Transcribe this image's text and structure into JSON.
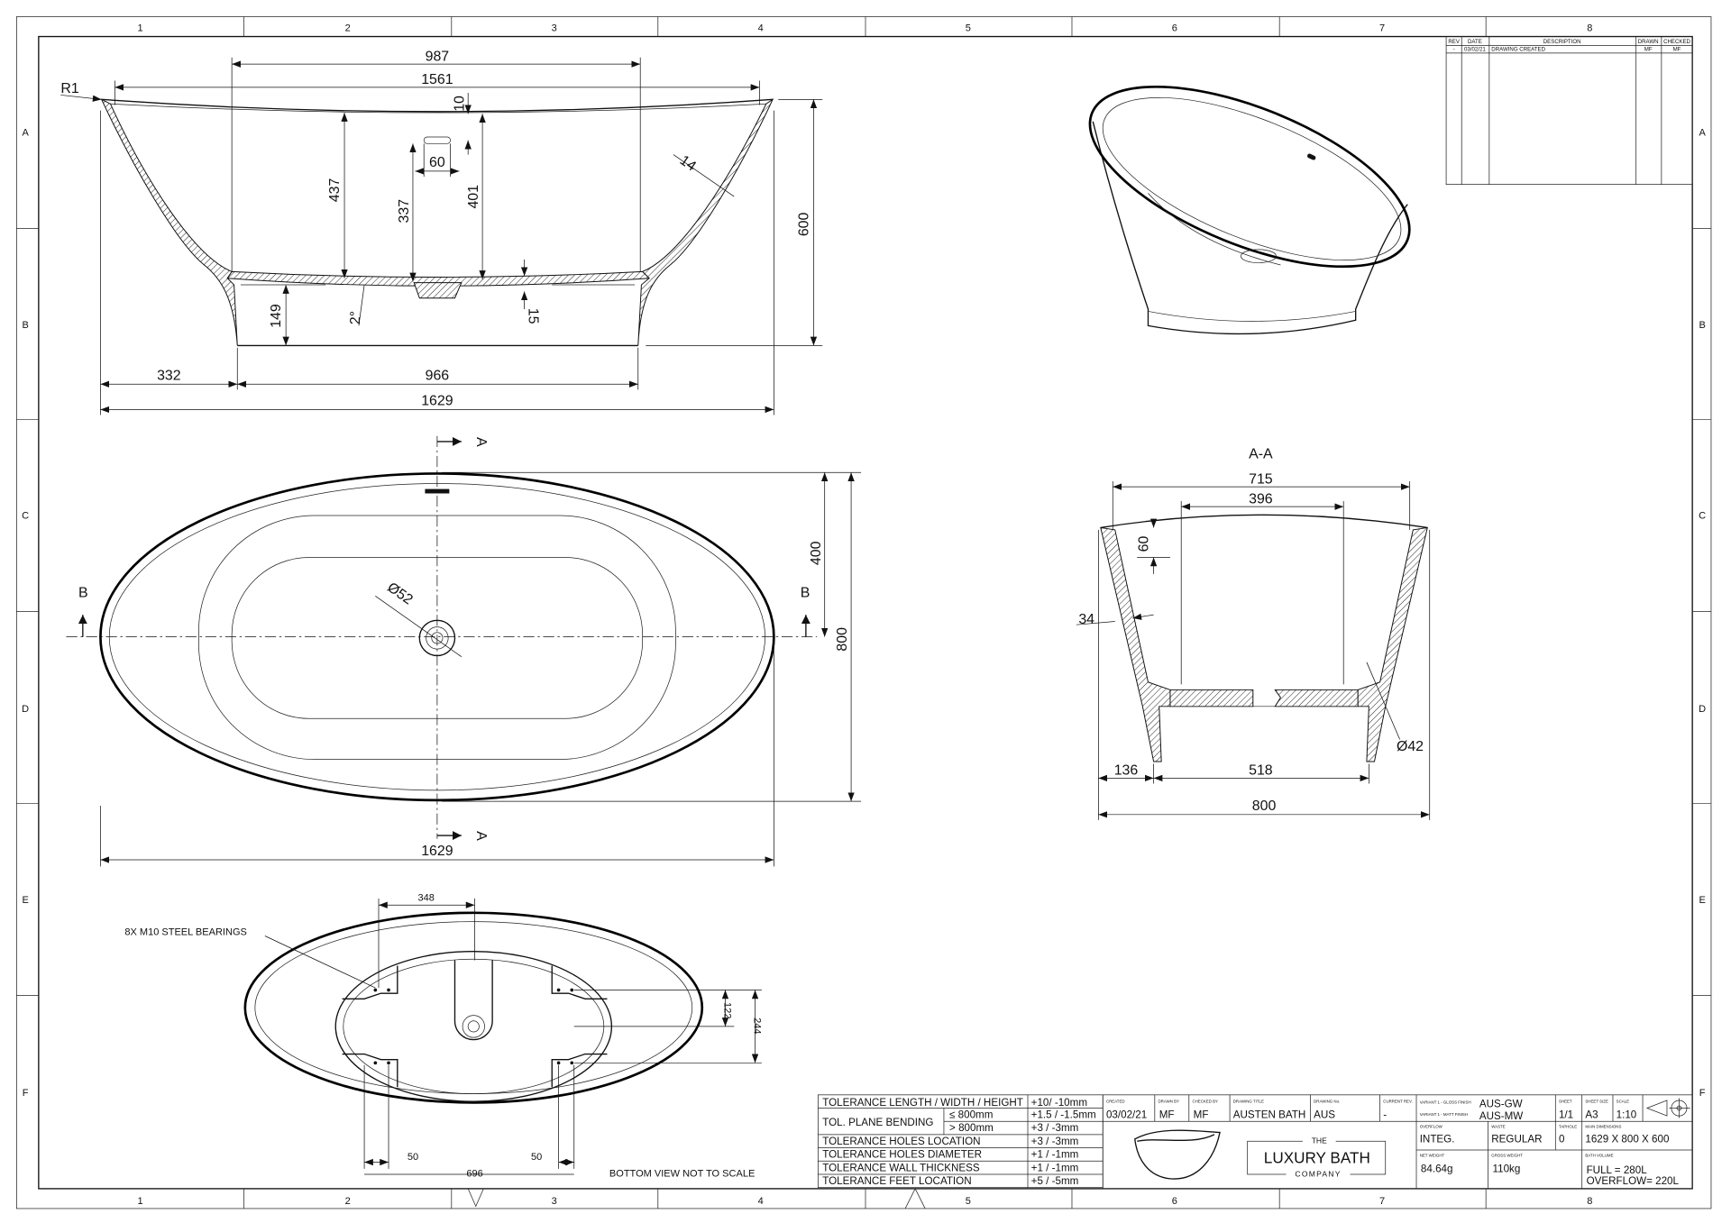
{
  "grid": {
    "columns": [
      "1",
      "2",
      "3",
      "4",
      "5",
      "6",
      "7",
      "8"
    ],
    "rows": [
      "A",
      "B",
      "C",
      "D",
      "E",
      "F"
    ]
  },
  "side_view": {
    "dims": [
      "987",
      "1561",
      "R1",
      "10",
      "60",
      "437",
      "337",
      "401",
      "14",
      "600",
      "149",
      "2°",
      "15",
      "332",
      "966",
      "1629"
    ]
  },
  "top_view": {
    "dims": [
      "Ø52",
      "400",
      "800",
      "1629"
    ],
    "section_marks": [
      "A",
      "A",
      "B",
      "B"
    ]
  },
  "section_view": {
    "title": "A-A",
    "dims": [
      "715",
      "396",
      "60",
      "34",
      "Ø42",
      "136",
      "518",
      "800"
    ]
  },
  "bottom_view": {
    "dims": [
      "348",
      "122",
      "244",
      "50",
      "50",
      "696"
    ],
    "callout": "8X M10 STEEL BEARINGS",
    "note": "BOTTOM VIEW NOT TO SCALE"
  },
  "revision_table": {
    "headers": [
      "REV",
      "DATE",
      "DESCRIPTION",
      "DRAWN",
      "CHECKED"
    ],
    "rows": [
      [
        "-",
        "03/02/21",
        "DRAWING CREATED",
        "MF",
        "MF"
      ]
    ]
  },
  "tolerances": {
    "rows": [
      {
        "label": "TOLERANCE LENGTH / WIDTH / HEIGHT",
        "value": "+10/ -10mm"
      },
      {
        "label": "TOL. PLANE BENDING",
        "sub1": "≤  800mm",
        "value1": "+1.5 / -1.5mm",
        "sub2": ">  800mm",
        "value2": "+3 / -3mm"
      },
      {
        "label": "TOLERANCE HOLES LOCATION",
        "value": "+3 / -3mm"
      },
      {
        "label": "TOLERANCE HOLES DIAMETER",
        "value": "+1 / -1mm"
      },
      {
        "label": "TOLERANCE WALL THICKNESS",
        "value": "+1 / -1mm"
      },
      {
        "label": "TOLERANCE FEET LOCATION",
        "value": "+5 / -5mm"
      }
    ]
  },
  "title_block": {
    "created_label": "CREATED",
    "created": "03/02/21",
    "drawn_by_label": "DRAWN BY",
    "drawn_by": "MF",
    "checked_by_label": "CHECKED BY",
    "checked_by": "MF",
    "drawing_title_label": "DRAWING TITLE",
    "drawing_title": "AUSTEN BATH",
    "drawing_no_label": "DRAWING No.",
    "drawing_no": "AUS",
    "current_rev_label": "CURRENT REV.",
    "current_rev": "-",
    "variant1_label": "VARIANT 1 - GLOSS FINISH",
    "variant1": "AUS-GW",
    "variant2_label": "VARIANT 1 - MATT FINISH",
    "variant2": "AUS-MW",
    "sheet_label": "SHEET",
    "sheet": "1/1",
    "sheet_size_label": "SHEET SIZE",
    "sheet_size": "A3",
    "scale_label": "SCALE",
    "scale": "1:10",
    "overflow_label": "OVERFLOW",
    "overflow": "INTEG.",
    "waste_label": "WASTE",
    "waste": "REGULAR",
    "taphole_label": "TAPHOLE",
    "taphole": "0",
    "main_dims_label": "MAIN DIMENSIONS",
    "main_dims": "1629 X 800 X 600",
    "net_weight_label": "NET WEIGHT",
    "net_weight": "84.64g",
    "gross_weight_label": "GROSS WEIGHT",
    "gross_weight": "110kg",
    "bath_volume_label": "BATH VOLUME",
    "volume_full": "FULL = 280L",
    "volume_overflow": "OVERFLOW= 220L",
    "logo_the": "THE",
    "logo_main": "LUXURY BATH",
    "logo_company": "COMPANY"
  }
}
